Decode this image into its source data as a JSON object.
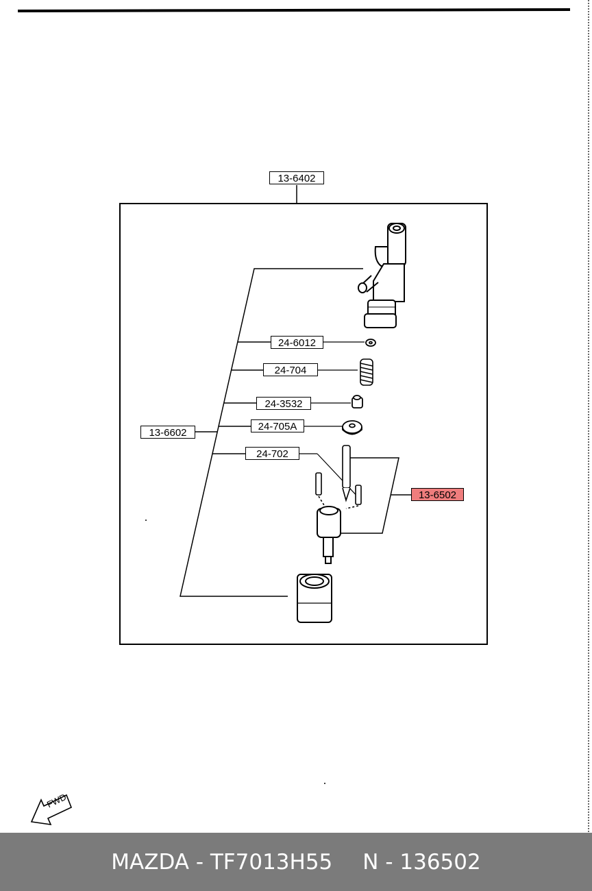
{
  "labels": {
    "assembly": "13-6402",
    "gasket": "24-6012",
    "spring": "24-704",
    "spring_seat": "24-3532",
    "spacer": "24-705A",
    "pins": "24-702",
    "nozzle_assembly": "13-6602",
    "nozzle": "13-6502"
  },
  "highlight": {
    "part": "13-6502",
    "color": "#ef7d7d"
  },
  "direction_marker": "FWD",
  "footer": {
    "brand_part": "MAZDA - TF7013H55",
    "number": "N - 136502",
    "background": "#7b7b7b",
    "text_color": "#ffffff"
  }
}
